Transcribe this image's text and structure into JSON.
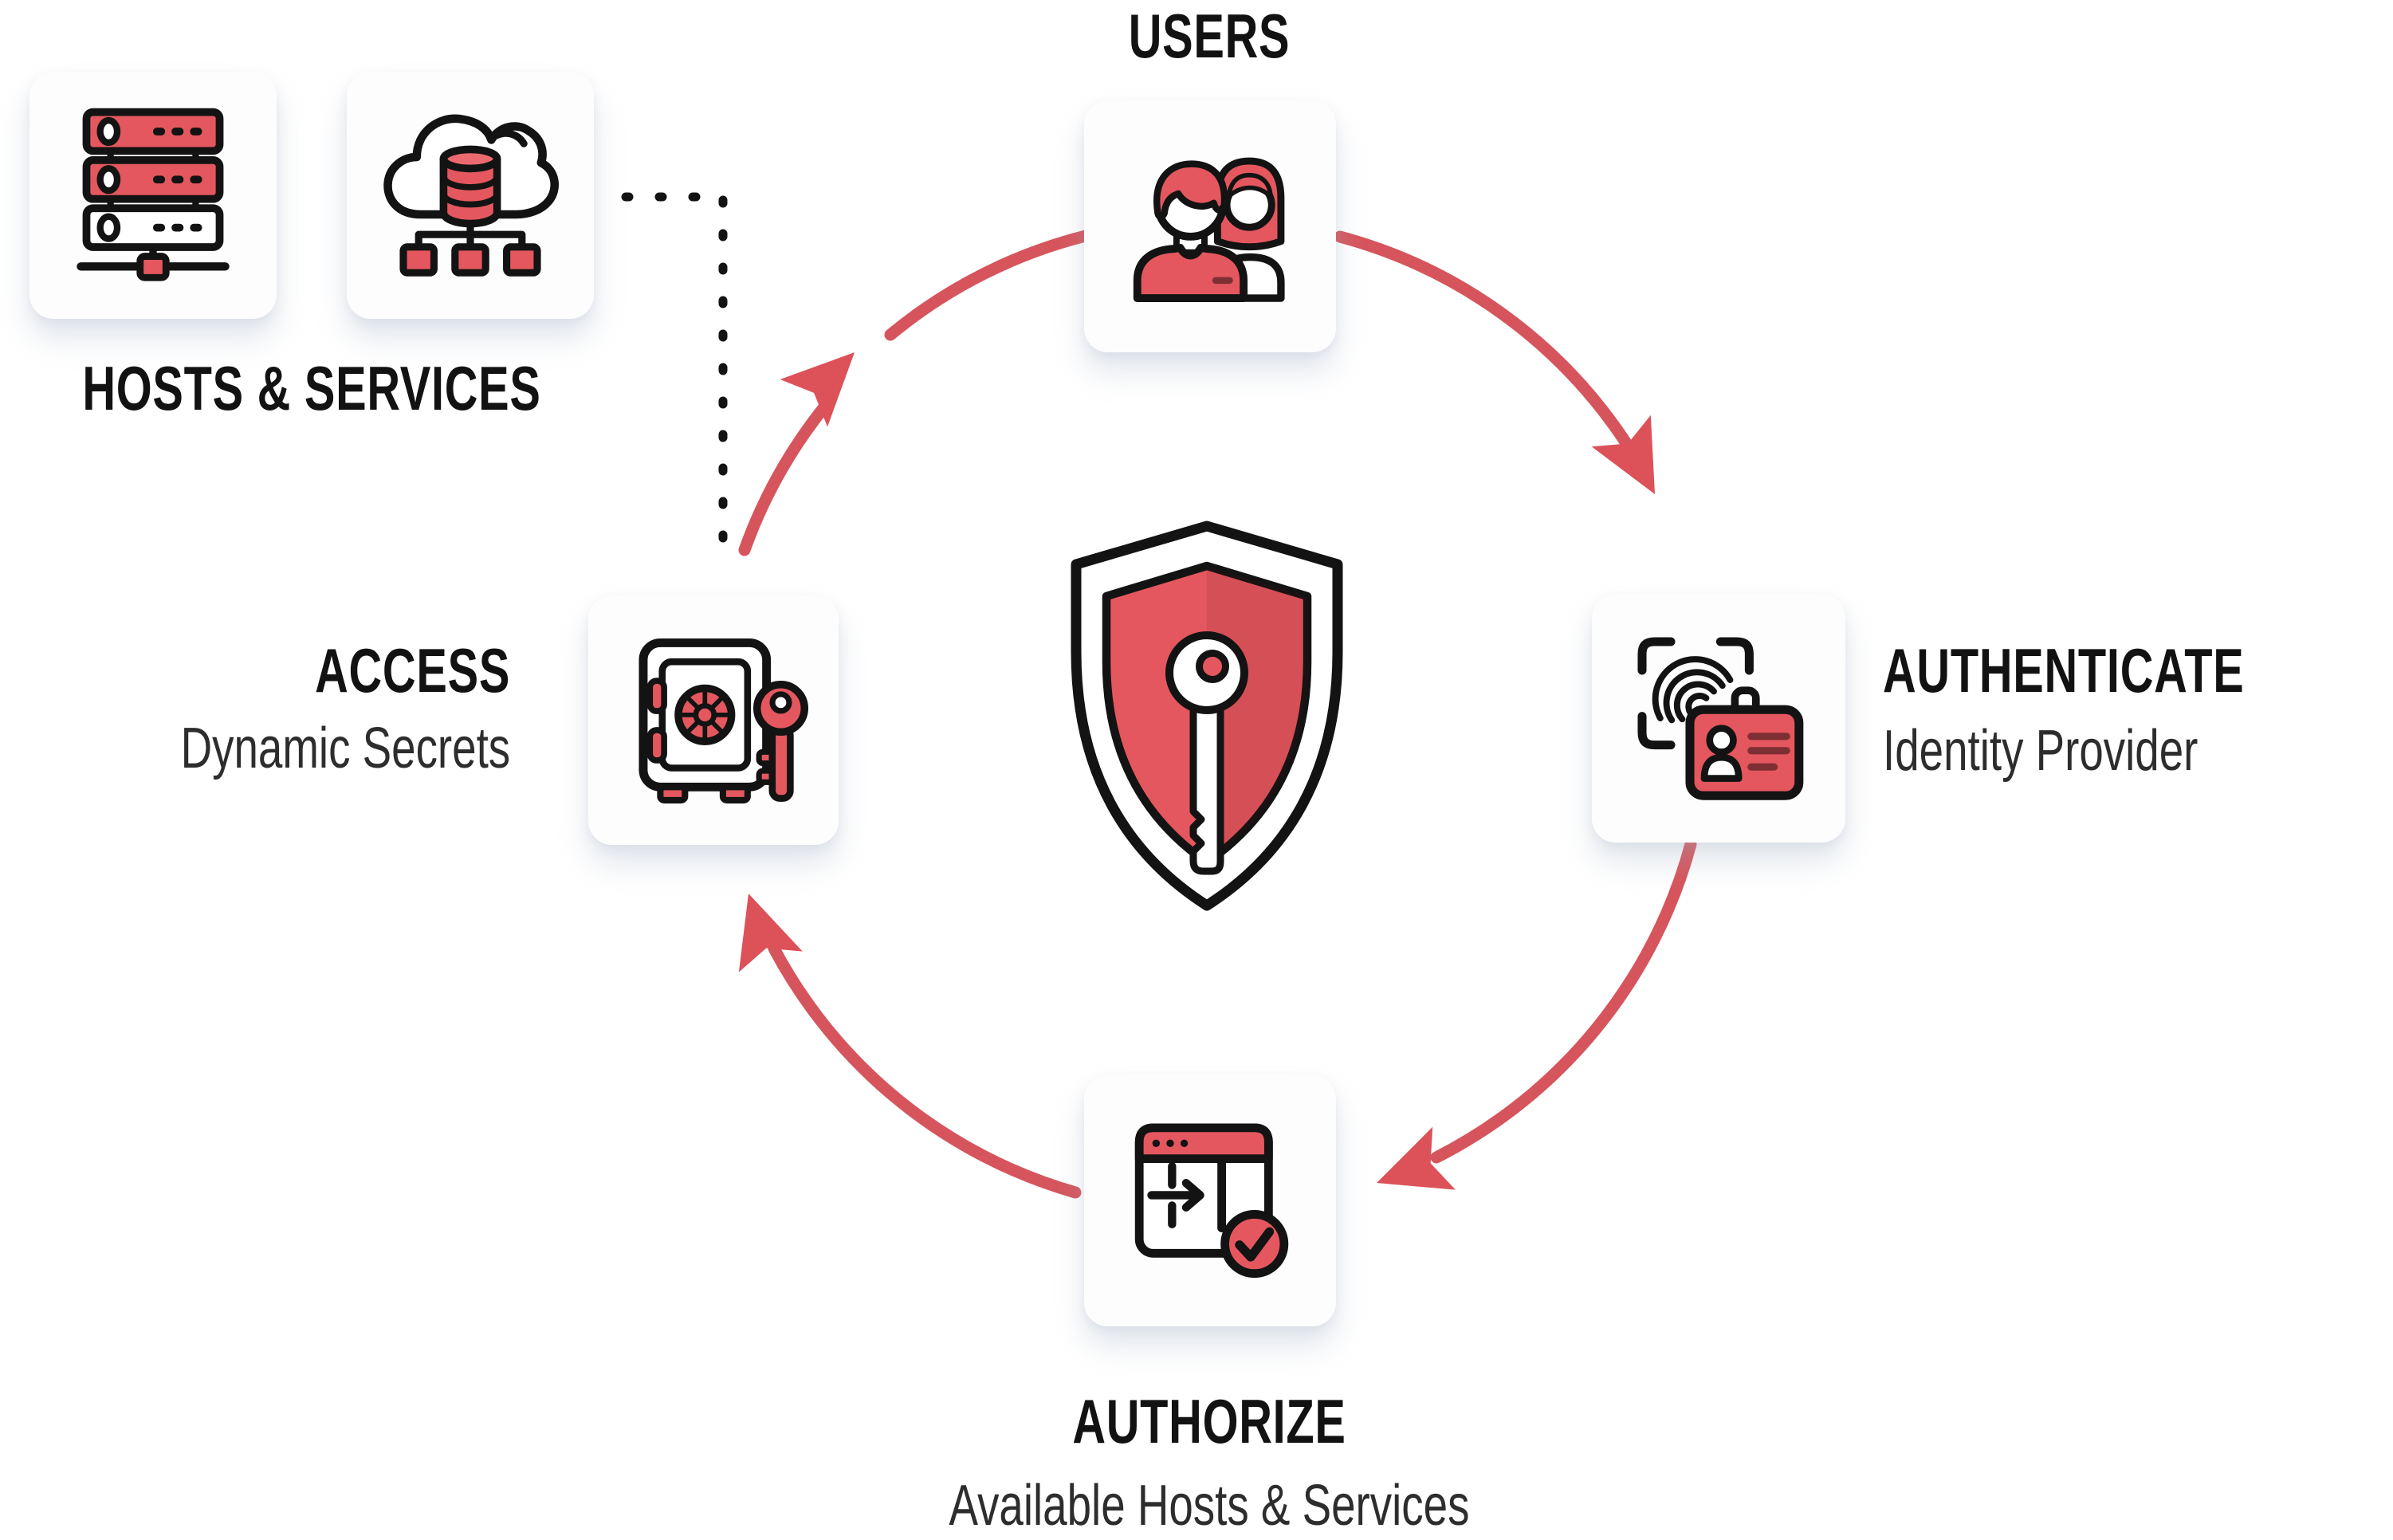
{
  "diagram_title": "identity-based security workflow cycle",
  "colors": {
    "accent_red": "#e4575e",
    "light_red": "#ea6a70",
    "dark_red": "#7e2f33",
    "arc_red": "#d6555d",
    "outline_black": "#131313",
    "title_text": "#121212",
    "subtitle_text": "#2d2d2d",
    "card_background": "#fdfdfe",
    "page_background": "#ffffff"
  },
  "hosts_services": {
    "label": "HOSTS & SERVICES",
    "icons": [
      "server-rack-icon",
      "cloud-database-network-icon"
    ]
  },
  "users": {
    "label": "USERS",
    "icon": "users-icon"
  },
  "authenticate": {
    "title": "AUTHENTICATE",
    "subtitle": "Identity Provider",
    "icon": "fingerprint-id-badge-icon"
  },
  "authorize": {
    "title": "AUTHORIZE",
    "subtitle": "Available Hosts & Services",
    "icon": "browser-login-check-icon"
  },
  "access": {
    "title": "ACCESS",
    "subtitle": "Dynamic Secrets",
    "icon": "safe-key-icon"
  },
  "center": {
    "icon": "shield-key-icon"
  },
  "flow": {
    "direction": "clockwise",
    "steps": [
      "USERS",
      "AUTHENTICATE",
      "AUTHORIZE",
      "ACCESS"
    ],
    "dotted_link": "HOSTS & SERVICES to ACCESS"
  }
}
